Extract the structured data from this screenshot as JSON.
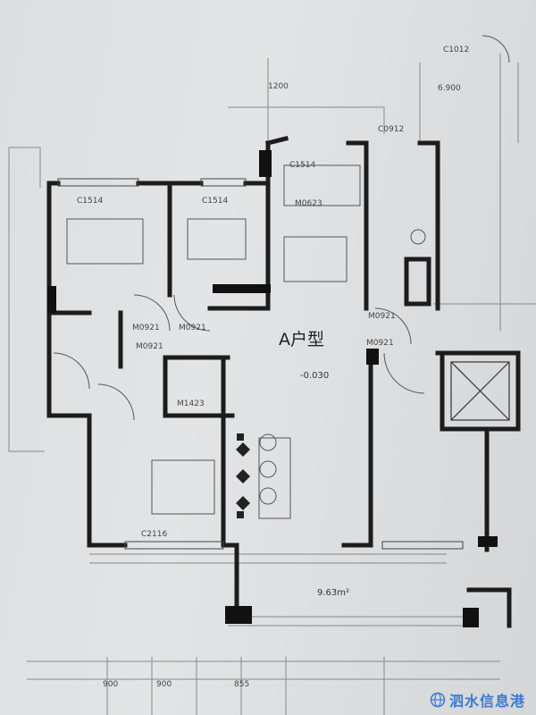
{
  "plan": {
    "unit_title": "A户型",
    "floor_level": "-0.030",
    "balcony_area": "9.63m²"
  },
  "labels": {
    "c1514a": "C1514",
    "c1514b": "C1514",
    "c1514c": "C1514",
    "c2116": "C2116",
    "m0921a": "M0921",
    "m0921b": "M0921",
    "m0921c": "M0921",
    "m0921d": "M0921",
    "m0921e": "M0921",
    "m1423": "M1423",
    "m0623": "M0623",
    "c0912": "C0912",
    "c1012": "C1012"
  },
  "dimensions": {
    "top_1200": "1200",
    "right_6900": "6.900",
    "bottom": [
      "900",
      "900",
      "855"
    ]
  },
  "watermark": {
    "text": "泗水信息港",
    "icon": "globe-icon",
    "color": "#3a7ad0"
  }
}
